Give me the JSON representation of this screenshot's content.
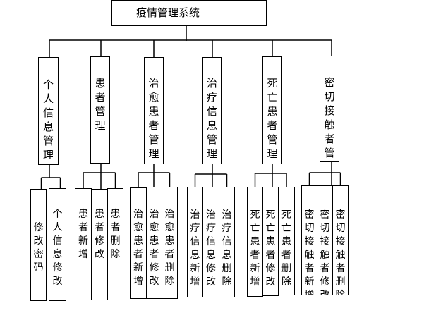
{
  "root": {
    "label": "疫情管理系统"
  },
  "modules": [
    {
      "label": "个人信息管理",
      "children": [
        "修改密码",
        "个人信息修改"
      ]
    },
    {
      "label": "患者管理",
      "children": [
        "患者新增",
        "患者修改",
        "患者删除"
      ]
    },
    {
      "label": "治愈患者管理",
      "children": [
        "治愈患者新增",
        "治愈患者修改",
        "治愈患者删除"
      ]
    },
    {
      "label": "治疗信息管理",
      "children": [
        "治疗信息新增",
        "治疗信息修改",
        "治疗信息删除"
      ]
    },
    {
      "label": "死亡患者管理",
      "children": [
        "死亡患者新增",
        "死亡患者修改",
        "死亡患者删除"
      ]
    },
    {
      "label": "密切接触者管理",
      "children": [
        "密切接触者新增",
        "密切接触者修改",
        "密切接触者删除"
      ]
    }
  ]
}
